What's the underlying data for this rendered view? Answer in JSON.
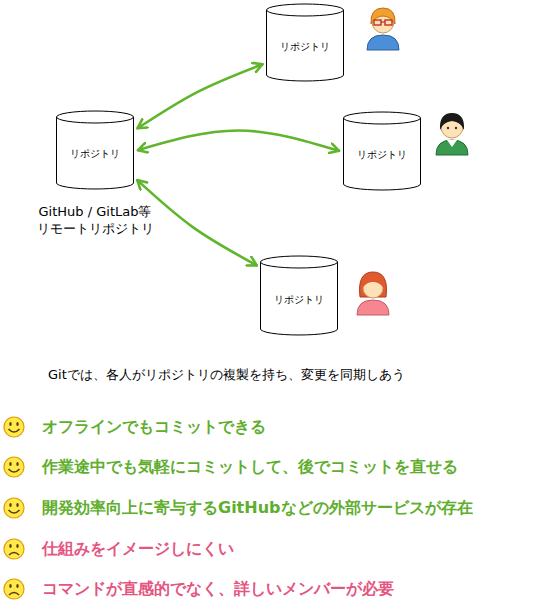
{
  "diagram": {
    "caption": "Gitでは、各人がリポジトリの複製を持ち、変更を同期しあう",
    "nodes": [
      {
        "text": [
          "リポジトリ"
        ]
      },
      {
        "text": [
          "リポジトリ",
          "GitHub / GitLab等 リモートリポジトリ"
        ]
      },
      {
        "text": [
          "リポジトリ"
        ]
      },
      {
        "text": [
          "リポジトリ"
        ]
      }
    ],
    "edges": [
      {
        "from": 1,
        "to": 0,
        "arrow": "both"
      },
      {
        "from": 1,
        "to": 2,
        "arrow": "both"
      },
      {
        "from": 1,
        "to": 3,
        "arrow": "both"
      }
    ],
    "labels": [
      "オフラインでもコミットできる",
      "作業途中でも気軽にコミットして、後でコミットを直せる",
      "開発効率向上に寄与するGitHubなどの外部サービスが存在",
      "仕組みをイメージしにくい",
      "コマンドが直感的でなく、詳しいメンバーが必要"
    ]
  }
}
